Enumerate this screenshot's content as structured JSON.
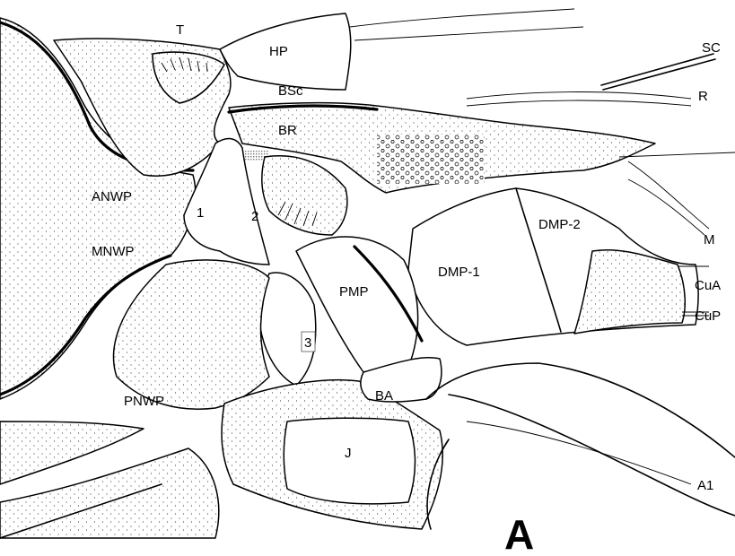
{
  "figure": {
    "panel_letter": "A",
    "labels": {
      "T": "T",
      "HP": "HP",
      "SC": "SC",
      "BSc": "BSc",
      "R": "R",
      "BR": "BR",
      "ANWP": "ANWP",
      "n1": "1",
      "n2": "2",
      "DMP2": "DMP-2",
      "M": "M",
      "MNWP": "MNWP",
      "DMP1": "DMP-1",
      "PMP": "PMP",
      "CuA": "CuA",
      "CuP": "CuP",
      "n3": "3",
      "BA": "BA",
      "PNWP": "PNWP",
      "J": "J",
      "A1": "A1"
    }
  }
}
